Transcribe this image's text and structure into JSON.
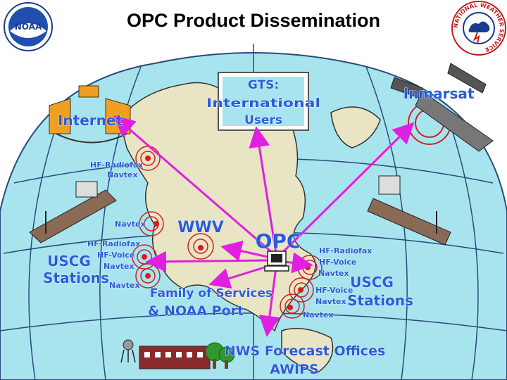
{
  "title": "OPC Product Dissemination",
  "logos": {
    "noaa_text": "NOAA",
    "nws_ring_text": "NATIONAL WEATHER SERVICE"
  },
  "nodes": {
    "gts": {
      "line1": "GTS:",
      "line2": "International",
      "line3": "Users"
    },
    "internet": "Internet",
    "inmarsat": "Inmarsat",
    "opc": "OPC",
    "wwv": "WWV",
    "family_line1": "Family of Services",
    "family_line2": "& NOAA Port",
    "nws_line1": "NWS Forecast Offices",
    "nws_line2": "AWIPS",
    "uscg_left": {
      "line1": "USCG",
      "line2": "Stations"
    },
    "uscg_right": {
      "line1": "USCG",
      "line2": "Stations"
    }
  },
  "west_labels": [
    "HF-Radiofax",
    "Navtex",
    "Navtex",
    "HF-Radiofax",
    "HF-Voice",
    "Navtex",
    "Navtex"
  ],
  "east_labels": [
    "HF-Radiofax",
    "HF-Voice",
    "Navtex",
    "HF-Voice",
    "Navtex",
    "Navtex"
  ],
  "colors": {
    "ocean": "#a8e4ee",
    "land": "#e8e4c4",
    "grid": "#2a4a7a",
    "arrow": "#e020e0",
    "label_fill": "#2a5bd8",
    "label_stroke": "#ffffff",
    "transmitter": "#dd1a1a",
    "outer_sky": "#ffffff"
  },
  "icons": [
    "noaa-logo-icon",
    "nws-logo-icon",
    "computer-icon",
    "satellite-icon",
    "ship-icon",
    "building-icon",
    "tree-icon",
    "water-tower-icon"
  ]
}
